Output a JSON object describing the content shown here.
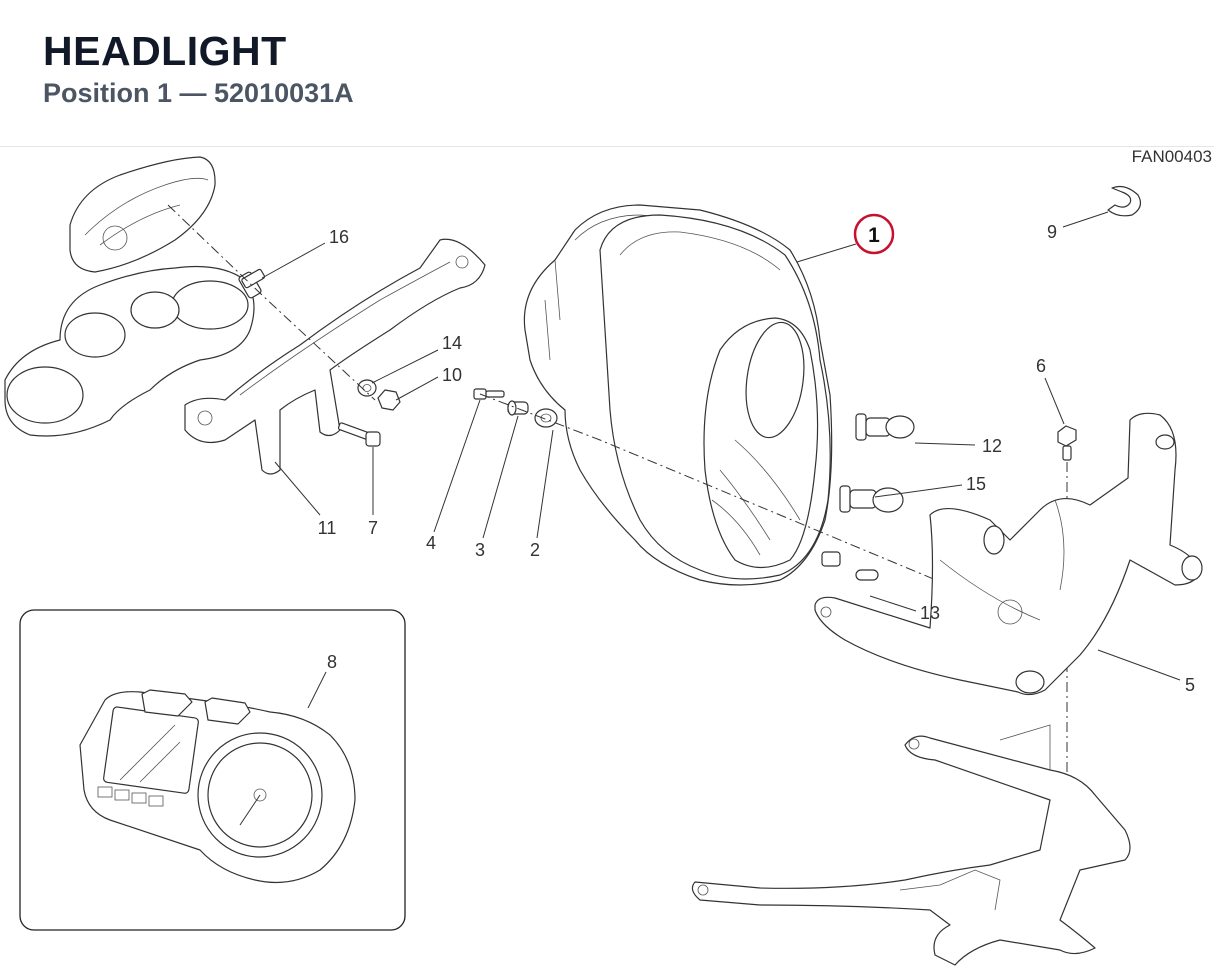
{
  "header": {
    "title": "HEADLIGHT",
    "subtitle": "Position 1 — 52010031A"
  },
  "drawing_code": "FAN00403",
  "selected_callout": "1",
  "callouts": {
    "c1": "1",
    "c2": "2",
    "c3": "3",
    "c4": "4",
    "c5": "5",
    "c6": "6",
    "c7": "7",
    "c8": "8",
    "c9": "9",
    "c10": "10",
    "c11": "11",
    "c12": "12",
    "c13": "13",
    "c14": "14",
    "c15": "15",
    "c16": "16"
  },
  "colors": {
    "selected_ring": "#c8102e",
    "line": "#333333"
  }
}
